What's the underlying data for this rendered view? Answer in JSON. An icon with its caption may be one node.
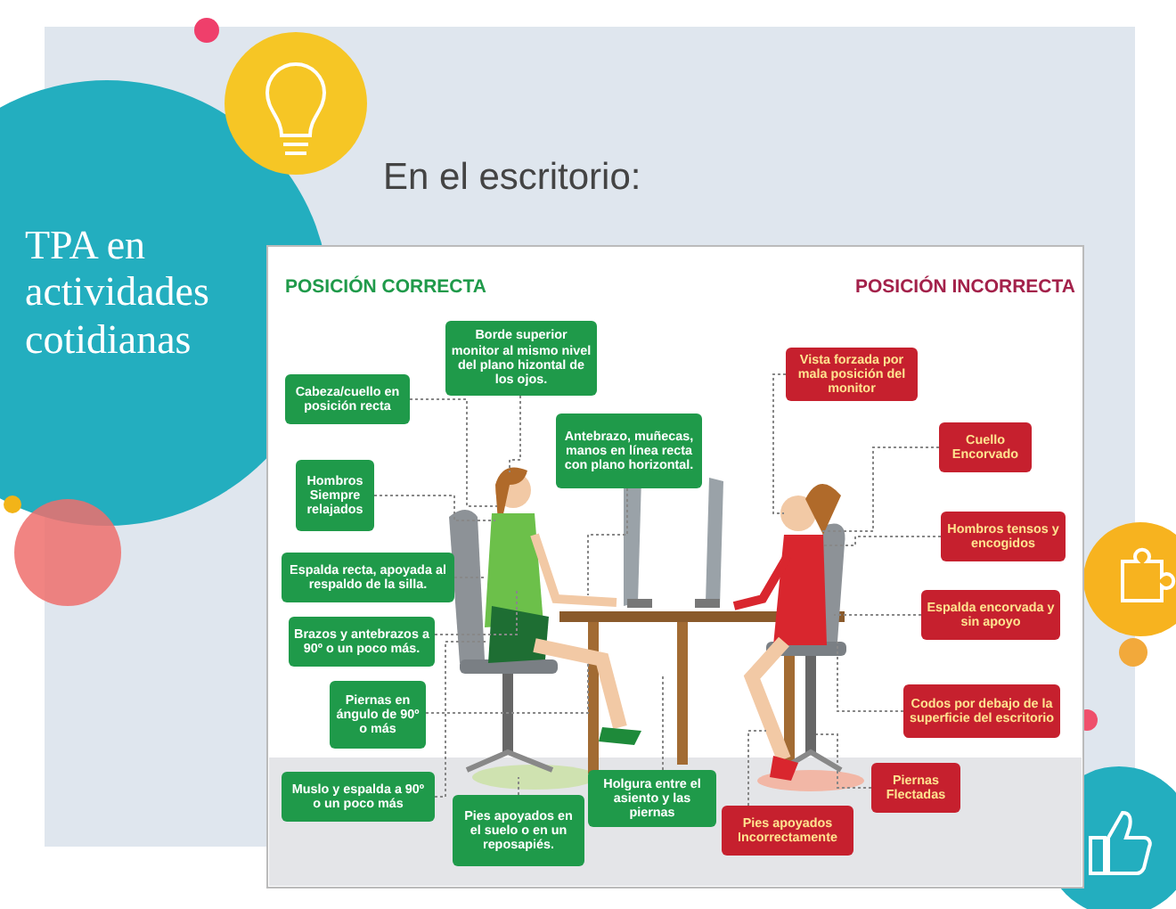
{
  "diagram": {
    "title": "TPA en actividades cotidianas",
    "nodes": [
      {
        "text": [
          "Borde superior monitor al mismo nivel del plano hizontal de los ojos."
        ]
      },
      {
        "text": [
          "Cabeza/cuello en posición recta"
        ]
      },
      {
        "text": [
          "Antebrazo, muñecas, manos en línea recta con plano horizontal."
        ]
      },
      {
        "text": [
          "Hombros Siempre relajados"
        ]
      },
      {
        "text": [
          "Espalda recta, apoyada al respaldo de la silla."
        ]
      },
      {
        "text": [
          "Brazos y antebrazos a 90º o un poco más."
        ]
      },
      {
        "text": [
          "Piernas en ángulo de 90º o más"
        ]
      },
      {
        "text": [
          "Muslo y espalda a 90º o un poco más"
        ]
      },
      {
        "text": [
          "Pies apoyados en el suelo o en un reposapiés."
        ]
      },
      {
        "text": [
          "Holgura entre el asiento y las piernas"
        ]
      },
      {
        "text": [
          "Vista forzada por mala posición del monitor"
        ]
      },
      {
        "text": [
          "Cuello Encorvado"
        ]
      },
      {
        "text": [
          "Hombros tensos y encogidos"
        ]
      },
      {
        "text": [
          "Espalda encorvada y sin apoyo"
        ]
      },
      {
        "text": [
          "Codos por debajo de la superficie del escritorio"
        ]
      },
      {
        "text": [
          "Piernas Flectadas"
        ]
      },
      {
        "text": [
          "Pies apoyados Incorrectamente"
        ]
      }
    ],
    "edges": [
      {
        "from": 0,
        "to": null,
        "arrow": "none"
      },
      {
        "from": 1,
        "to": null,
        "arrow": "none"
      },
      {
        "from": 2,
        "to": null,
        "arrow": "none"
      },
      {
        "from": 3,
        "to": null,
        "arrow": "none"
      },
      {
        "from": 4,
        "to": null,
        "arrow": "none"
      },
      {
        "from": 5,
        "to": null,
        "arrow": "none"
      },
      {
        "from": 6,
        "to": null,
        "arrow": "none"
      },
      {
        "from": 7,
        "to": null,
        "arrow": "none"
      },
      {
        "from": 8,
        "to": null,
        "arrow": "none"
      },
      {
        "from": 9,
        "to": null,
        "arrow": "none"
      },
      {
        "from": 10,
        "to": null,
        "arrow": "none"
      },
      {
        "from": 11,
        "to": null,
        "arrow": "none"
      },
      {
        "from": 12,
        "to": null,
        "arrow": "none"
      },
      {
        "from": 13,
        "to": null,
        "arrow": "none"
      },
      {
        "from": 14,
        "to": null,
        "arrow": "none"
      },
      {
        "from": 15,
        "to": null,
        "arrow": "none"
      },
      {
        "from": 16,
        "to": null,
        "arrow": "none"
      }
    ],
    "labels": [
      "En el escritorio:",
      "POSICIÓN CORRECTA",
      "POSICIÓN INCORRECTA"
    ]
  }
}
